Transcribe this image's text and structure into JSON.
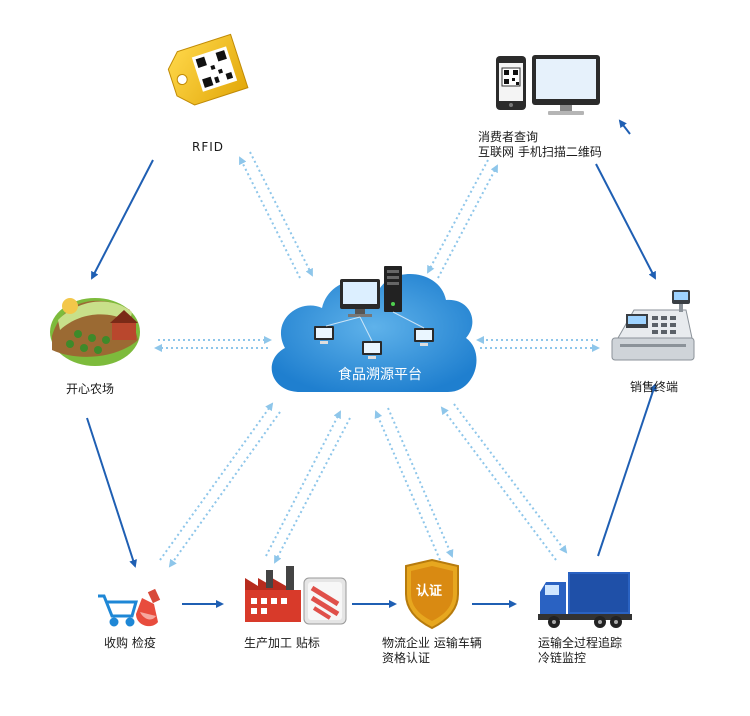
{
  "center": {
    "label": "食品溯源平台"
  },
  "nodes": {
    "rfid": {
      "label": "RFID"
    },
    "farm": {
      "label": "开心农场"
    },
    "consumer": {
      "line1": "消费者查询",
      "line2": "互联网  手机扫描二维码"
    },
    "sales": {
      "label": "销售终端"
    },
    "purchase": {
      "label": "收购  检疫"
    },
    "production": {
      "label": "生产加工  贴标"
    },
    "logistics": {
      "line1": "物流企业  运输车辆",
      "line2": "资格认证",
      "badge": "认证"
    },
    "transport": {
      "line1": "运输全过程追踪",
      "line2": "冷链监控"
    }
  },
  "colors": {
    "arrow": "#1f5fb3",
    "dotted": "#8ec6ea",
    "cloud": "#2f8fd6",
    "tag": "#f2c019",
    "truck": "#1f4fa6",
    "badge": "#e0a21a"
  }
}
